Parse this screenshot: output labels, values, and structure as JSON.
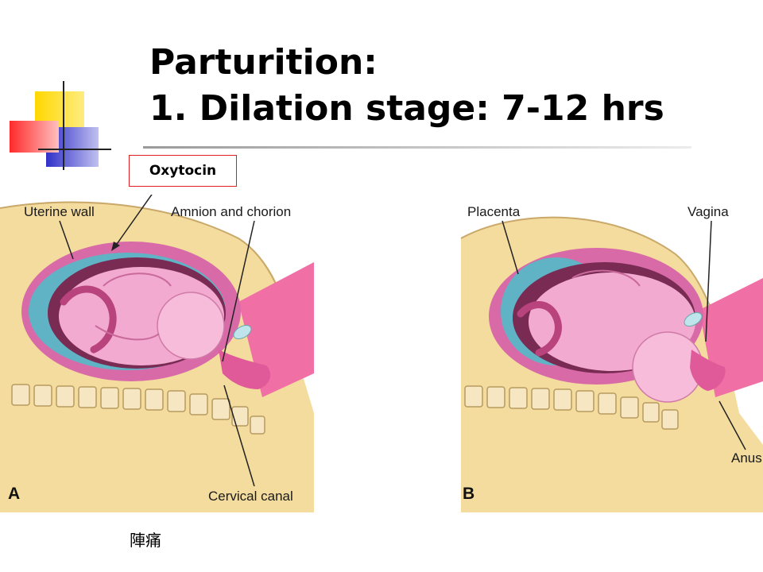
{
  "title": {
    "line1": "Parturition:",
    "line2": "1. Dilation stage: 7-12 hrs"
  },
  "callout": {
    "text": "Oxytocin"
  },
  "diagram": {
    "panel_a": {
      "letter": "A",
      "labels": {
        "uterine_wall": "Uterine wall",
        "amnion_chorion": "Amnion and chorion",
        "cervical_canal": "Cervical canal"
      }
    },
    "panel_b": {
      "letter": "B",
      "labels": {
        "placenta": "Placenta",
        "vagina": "Vagina",
        "anus": "Anus"
      }
    }
  },
  "caption": "陣痛",
  "colors": {
    "title": "#000000",
    "callout_border": "#e02020",
    "body_tan": "#f3dc9e",
    "uterus_pink": "#d96aa8",
    "fetus_pink": "#f2aad0",
    "amniotic_blue": "#5fb3c4"
  }
}
